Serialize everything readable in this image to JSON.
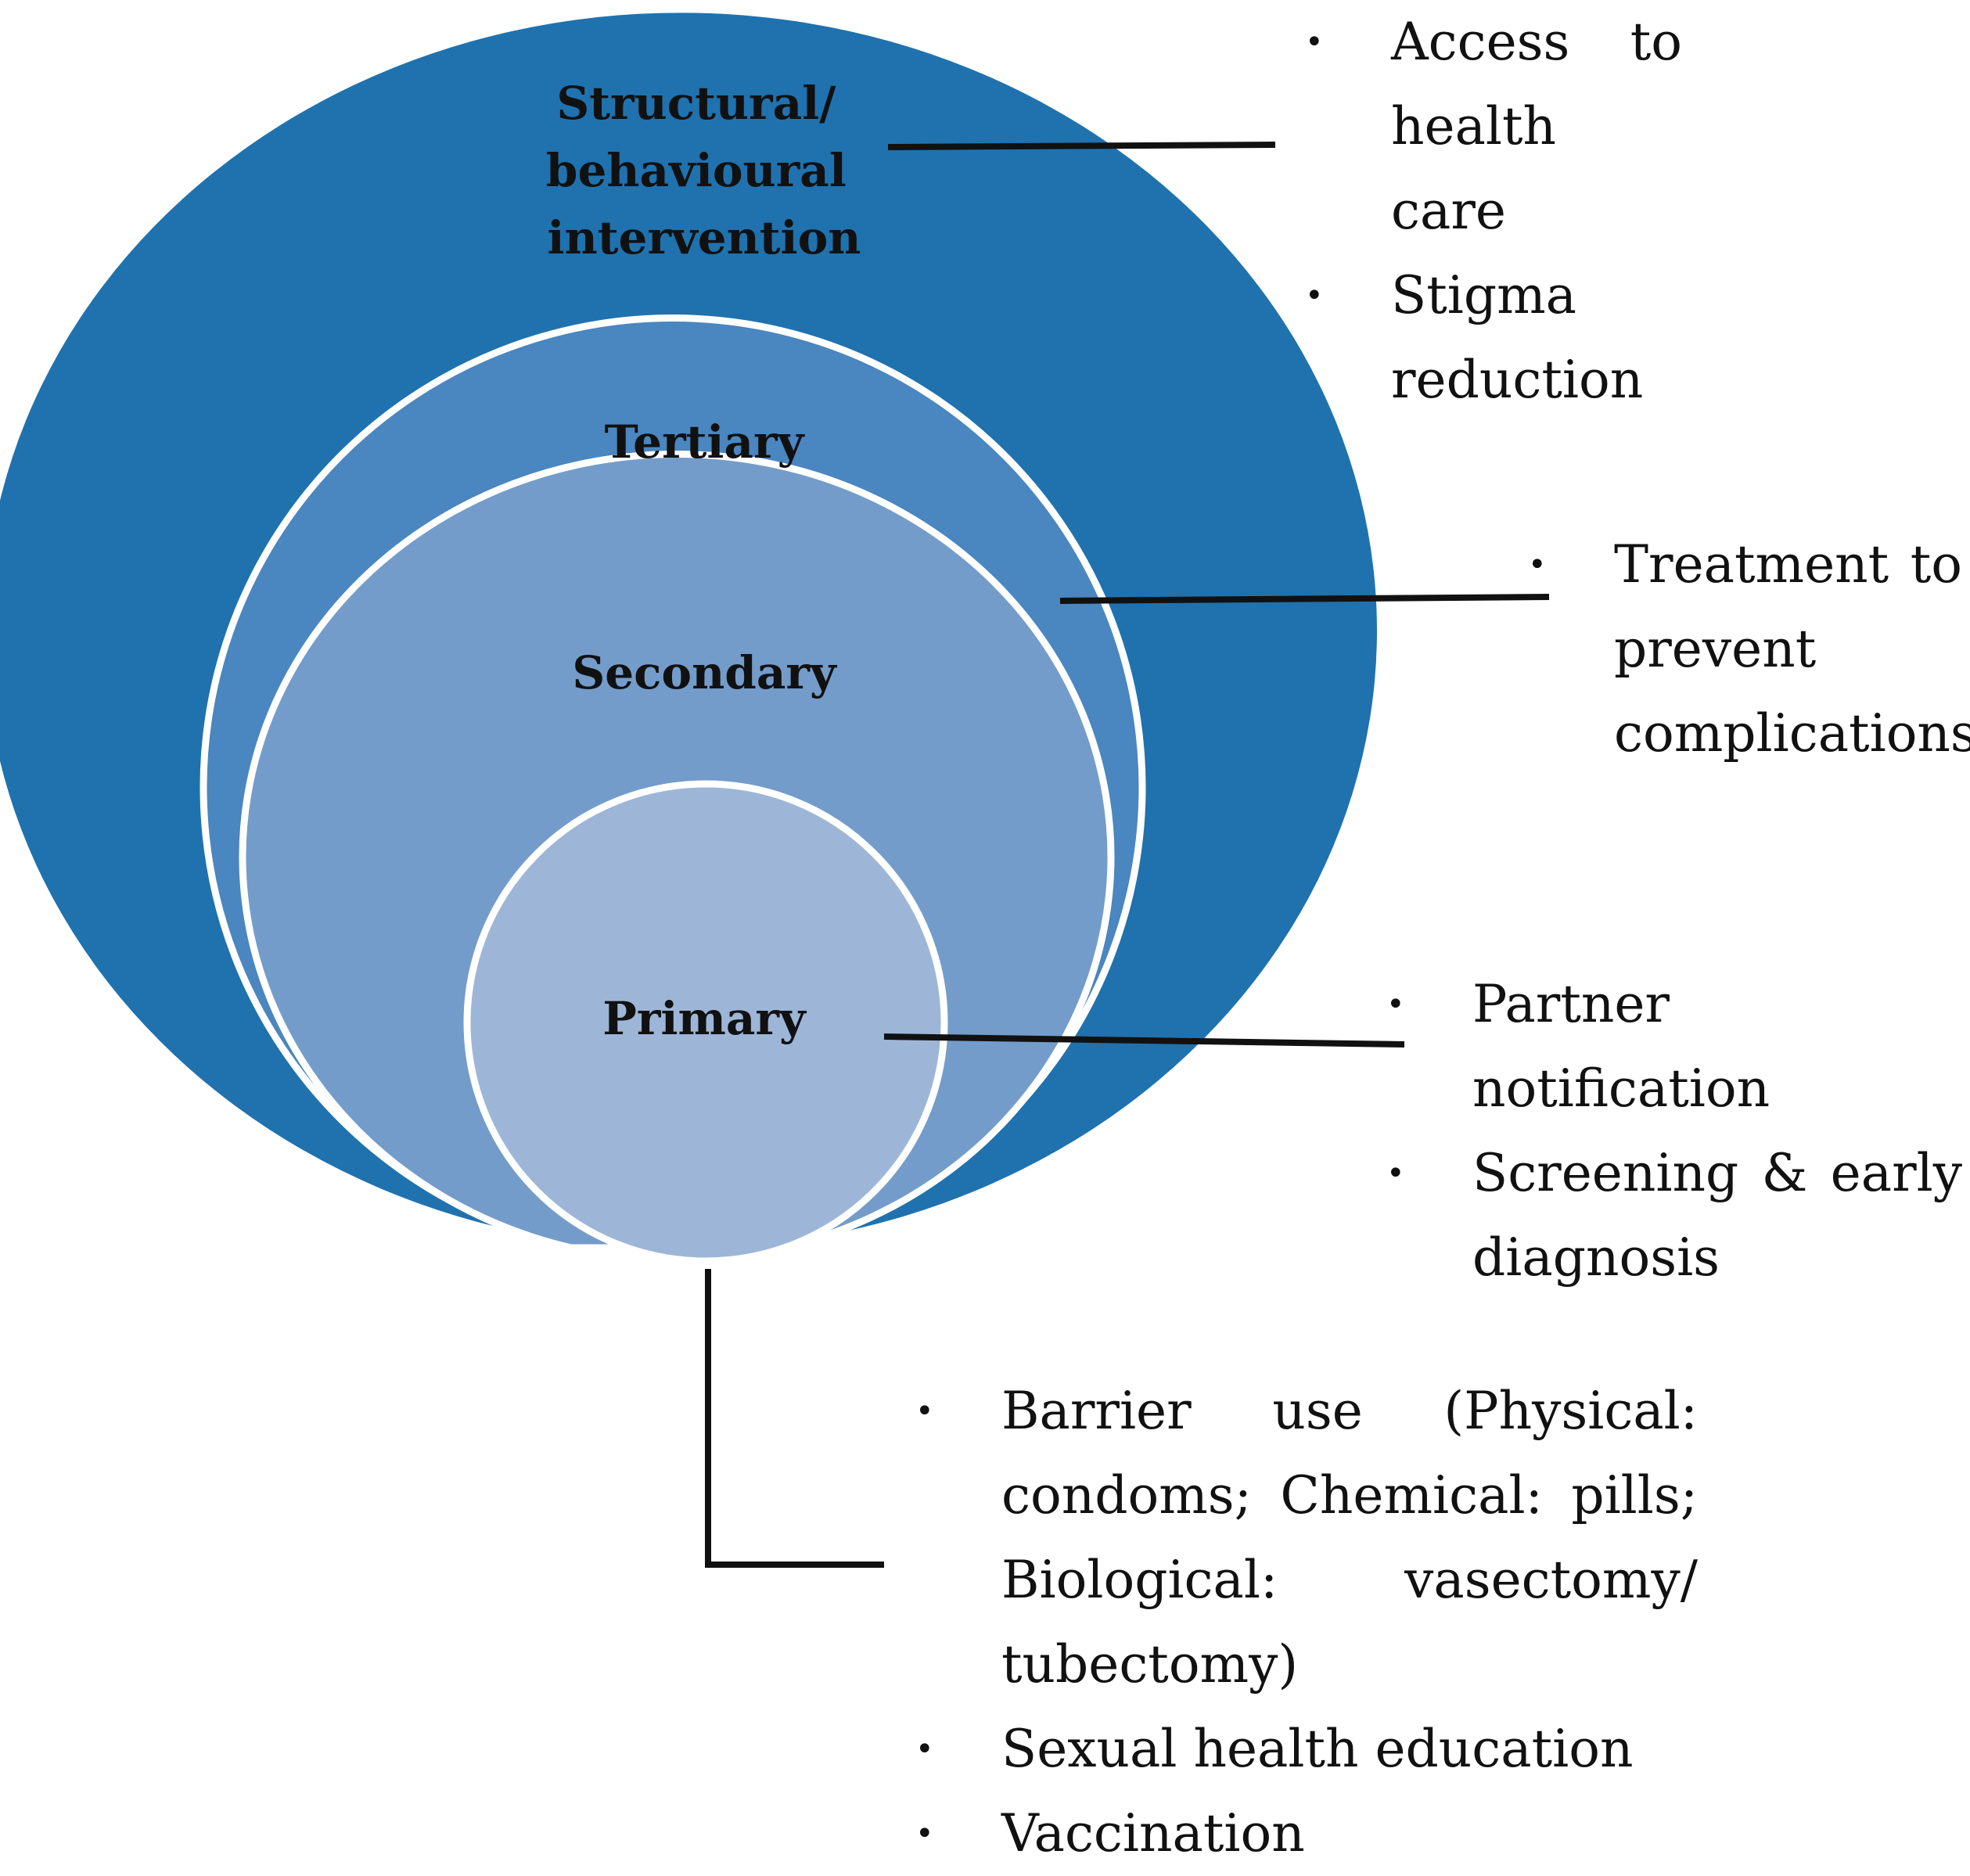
{
  "colors": {
    "structural": "#1f72ae",
    "tertiary": "#4a86c0",
    "secondary": "#739cca",
    "primary": "#9db6d8",
    "ring_border": "#ffffff",
    "connector": "#111111"
  },
  "rings": {
    "structural": {
      "label_lines": [
        "Structural/",
        "behavioural",
        "intervention"
      ]
    },
    "tertiary": {
      "label": "Tertiary"
    },
    "secondary": {
      "label": "Secondary"
    },
    "primary": {
      "label": "Primary"
    }
  },
  "notes": {
    "structural": {
      "items": [
        {
          "line1_a": "Access",
          "line1_b": "to",
          "line2": "health care"
        },
        {
          "line1": "Stigma",
          "line2": "reduction"
        }
      ]
    },
    "tertiary": {
      "items": [
        {
          "line1_a": "Treatment",
          "line1_b": "to",
          "line2": "prevent",
          "line3": "complications"
        }
      ]
    },
    "secondary": {
      "items": [
        {
          "text": "Partner notification"
        },
        {
          "line1_a": "Screening",
          "line1_b": "&",
          "line1_c": "early",
          "line2": "diagnosis"
        }
      ]
    },
    "primary": {
      "items": [
        {
          "line1_a": "Barrier",
          "line1_b": "use",
          "line1_c": "(Physical:",
          "line2": "condoms; Chemical: pills;",
          "line3_a": "Biological:",
          "line3_b": "vasectomy/",
          "line4": "tubectomy)"
        },
        {
          "text": "Sexual health education"
        },
        {
          "text": "Vaccination"
        }
      ]
    }
  }
}
